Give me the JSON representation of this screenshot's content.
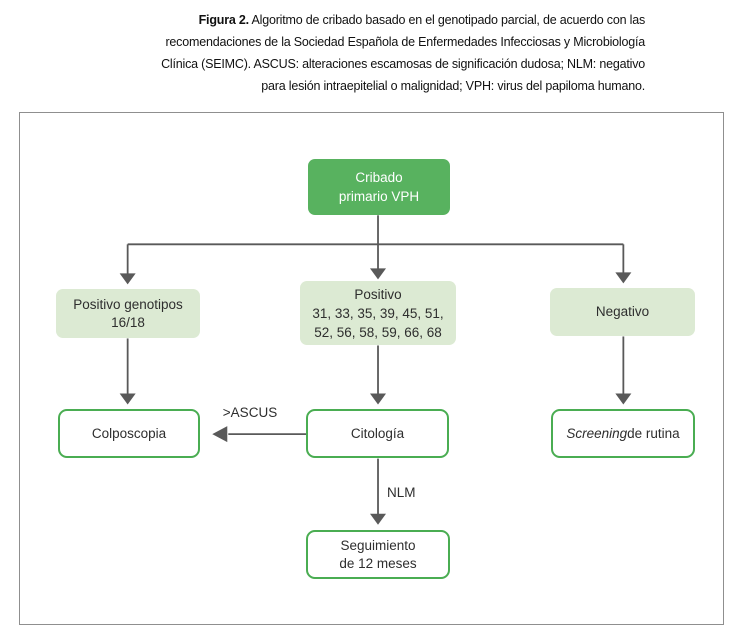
{
  "caption": {
    "label": "Figura 2.",
    "text": " Algoritmo de cribado basado en el genotipado parcial, de acuerdo con las recomendaciones de la Sociedad Española de Enfermedades Infecciosas y Microbiología Clínica (SEIMC). ASCUS: alteraciones escamosas de significación dudosa; NLM: negativo para lesión intraepitelial o malignidad; VPH: virus del papiloma humano."
  },
  "diagram": {
    "nodes": {
      "cribado": "Cribado\nprimario VPH",
      "positivo_16_18": "Positivo genotipos\n16/18",
      "positivo_otros": "Positivo\n31, 33, 35, 39, 45, 51,\n52, 56, 58, 59, 66, 68",
      "negativo": "Negativo",
      "colposcopia": "Colposcopia",
      "citologia": "Citología",
      "screening": {
        "italic": "Screening",
        "rest": " de rutina"
      },
      "seguimiento": "Seguimiento\nde 12 meses"
    },
    "edge_labels": {
      "ascus": ">ASCUS",
      "nlm": "NLM"
    },
    "colors": {
      "primary_green": "#58b25f",
      "light_green": "#dcead3",
      "outline_green": "#4aad52",
      "arrow_gray": "#595959"
    }
  }
}
